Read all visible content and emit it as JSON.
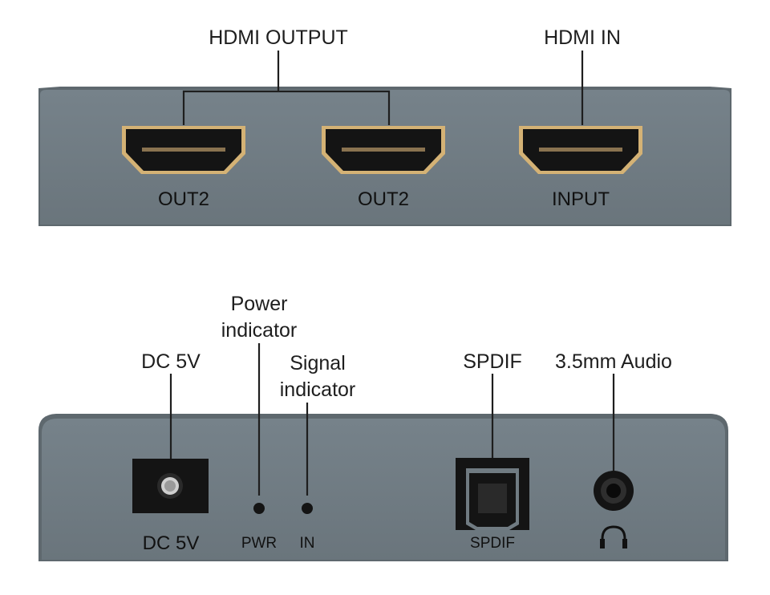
{
  "callouts": {
    "hdmi_output": "HDMI OUTPUT",
    "hdmi_in": "HDMI IN",
    "power_indicator": [
      "Power",
      "indicator"
    ],
    "dc_5v": "DC 5V",
    "signal_indicator": [
      "Signal",
      "indicator"
    ],
    "spdif": "SPDIF",
    "audio_35mm": "3.5mm Audio"
  },
  "top_panel": {
    "port_labels": [
      "OUT2",
      "OUT2",
      "INPUT"
    ]
  },
  "bottom_panel": {
    "dc_label": "DC 5V",
    "pwr_label": "PWR",
    "in_label": "IN",
    "spdif_label": "SPDIF",
    "headphone_icon": "headphone-icon"
  },
  "colors": {
    "panel": "#707b82",
    "panel_edge": "#5a646a",
    "port_gold": "#d4b275",
    "port_black": "#141414",
    "leader_line": "#1e1e1e"
  }
}
